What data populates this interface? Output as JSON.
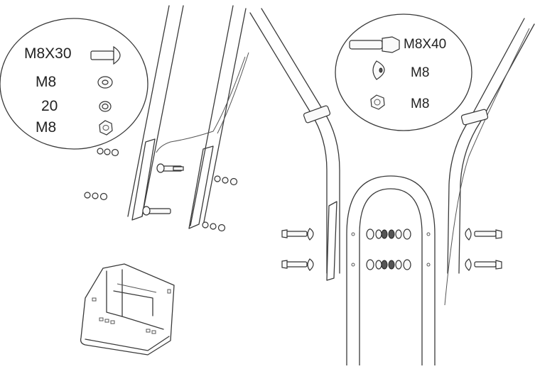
{
  "callout_left": {
    "items": [
      {
        "label": "M8X30",
        "icon": "carriage-bolt-icon"
      },
      {
        "label": "M8",
        "icon": "flat-washer-icon"
      },
      {
        "label": "20",
        "icon": "spring-washer-icon"
      },
      {
        "label": "M8",
        "icon": "hex-nut-icon"
      }
    ]
  },
  "callout_right": {
    "items": [
      {
        "label": "M8X40",
        "icon": "hex-bolt-icon"
      },
      {
        "label": "M8",
        "icon": "curved-washer-icon"
      },
      {
        "label": "M8",
        "icon": "hex-nut-icon"
      }
    ]
  },
  "colors": {
    "line": "#3a3a3a",
    "background": "#ffffff"
  }
}
